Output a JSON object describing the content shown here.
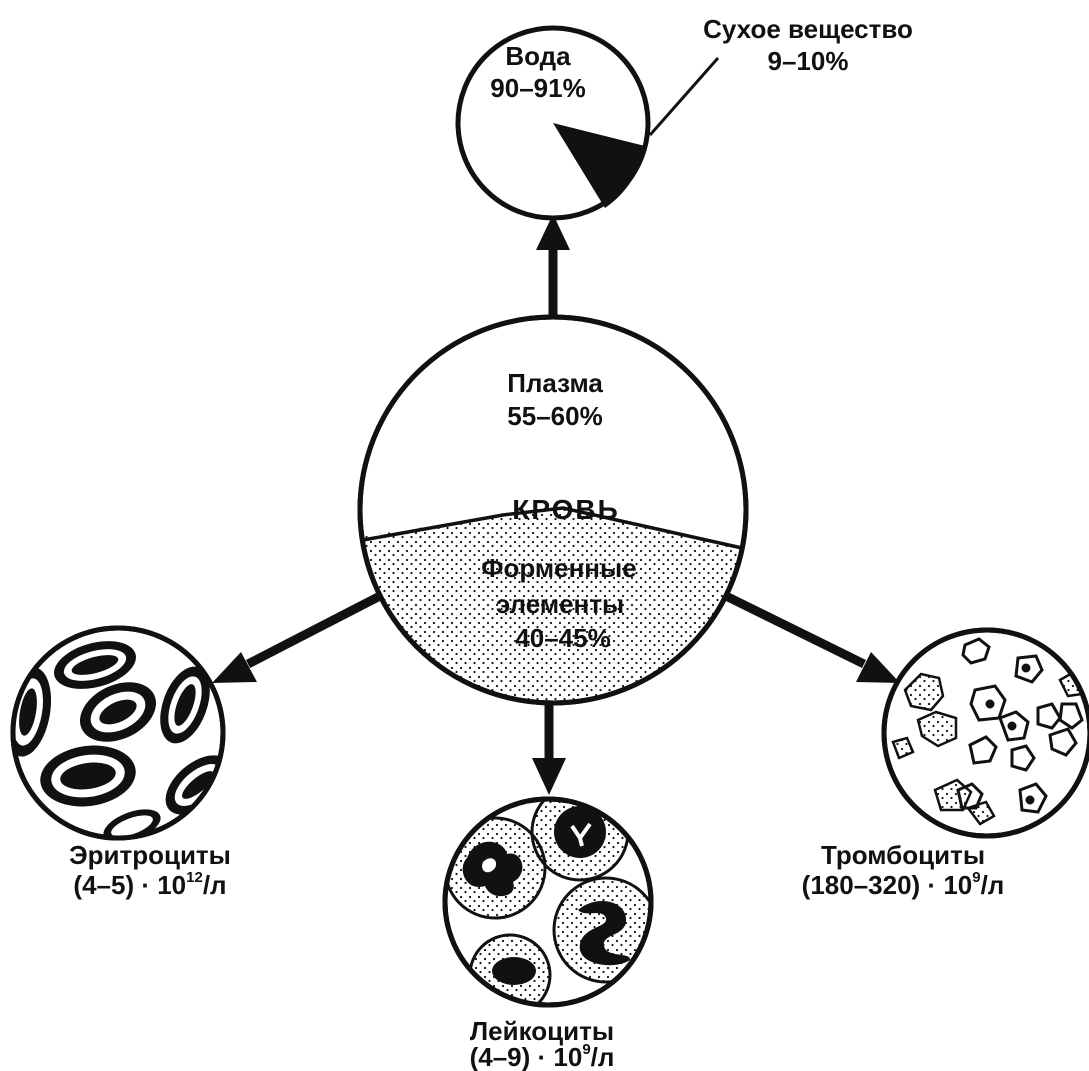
{
  "blood": {
    "title": "КРОВЬ",
    "plasma_label": "Плазма",
    "plasma_value": "55–60%",
    "formed_label_line1": "Форменные",
    "formed_label_line2": "элементы",
    "formed_value": "40–45%"
  },
  "plasma_composition": {
    "water_label": "Вода",
    "water_value": "90–91%",
    "dry_label": "Сухое вещество",
    "dry_value": "9–10%"
  },
  "erythrocytes": {
    "label": "Эритроциты",
    "count_prefix": "(4–5) · 10",
    "count_exponent": "12",
    "count_unit": "/л"
  },
  "leukocytes": {
    "label": "Лейкоциты",
    "count_prefix": "(4–9) · 10",
    "count_exponent": "9",
    "count_unit": "/л"
  },
  "thrombocytes": {
    "label": "Тромбоциты",
    "count_prefix": "(180–320) · 10",
    "count_exponent": "9",
    "count_unit": "/л"
  },
  "colors": {
    "ink": "#111111",
    "background": "#ffffff"
  }
}
